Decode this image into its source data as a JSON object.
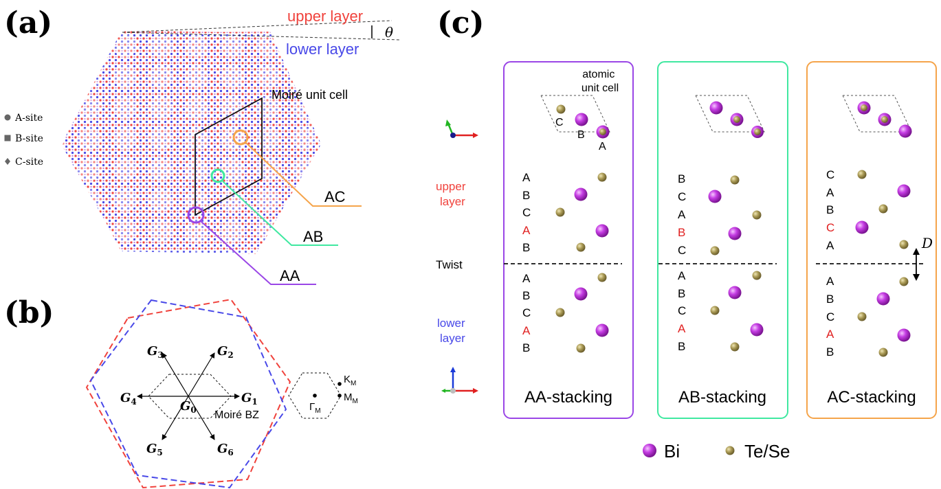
{
  "colors": {
    "upper": "#f0423c",
    "lower": "#4848e8",
    "aa": "#9a46e6",
    "ab": "#3fe8a0",
    "ac": "#f5a44a",
    "bi": "#b62fd6",
    "tese": "#aa9a55",
    "red_label": "#e02020"
  },
  "panel_a": {
    "label": "(a)",
    "upper_layer": "upper layer",
    "lower_layer": "lower layer",
    "theta": "θ",
    "moire_unit_cell": "Moiré unit cell",
    "legend": [
      "A-site",
      "B-site",
      "C-site"
    ],
    "tags": {
      "ac": "AC",
      "ab": "AB",
      "aa": "AA"
    }
  },
  "panel_b": {
    "label": "(b)",
    "g_vectors": [
      "G",
      "G",
      "G",
      "G",
      "G",
      "G",
      "G"
    ],
    "g_subs": [
      "1",
      "2",
      "3",
      "4",
      "5",
      "6",
      "0"
    ],
    "moire_bz": "Moiré BZ",
    "k_main": "K",
    "k_sub": "M",
    "m_main": "M",
    "m_sub": "M",
    "gamma_main": "Γ",
    "gamma_sub": "M"
  },
  "panel_c": {
    "label": "(c)",
    "upper_layer_lines": [
      "upper",
      "layer"
    ],
    "twist": "Twist",
    "lower_layer_lines": [
      "lower",
      "layer"
    ],
    "atomic_unit_cell_lines": [
      "atomic",
      "unit cell"
    ],
    "cell_site_labels": [
      "C",
      "B",
      "A"
    ],
    "d_label": "D",
    "boxes": [
      {
        "title": "AA-stacking",
        "upper": [
          "A",
          "B",
          "C",
          "A",
          "B"
        ],
        "lower": [
          "A",
          "B",
          "C",
          "A",
          "B"
        ]
      },
      {
        "title": "AB-stacking",
        "upper": [
          "B",
          "C",
          "A",
          "B",
          "C"
        ],
        "lower": [
          "A",
          "B",
          "C",
          "A",
          "B"
        ]
      },
      {
        "title": "AC-stacking",
        "upper": [
          "C",
          "A",
          "B",
          "C",
          "A"
        ],
        "lower": [
          "A",
          "B",
          "C",
          "A",
          "B"
        ]
      }
    ],
    "legend": [
      "Bi",
      "Te/Se"
    ]
  }
}
